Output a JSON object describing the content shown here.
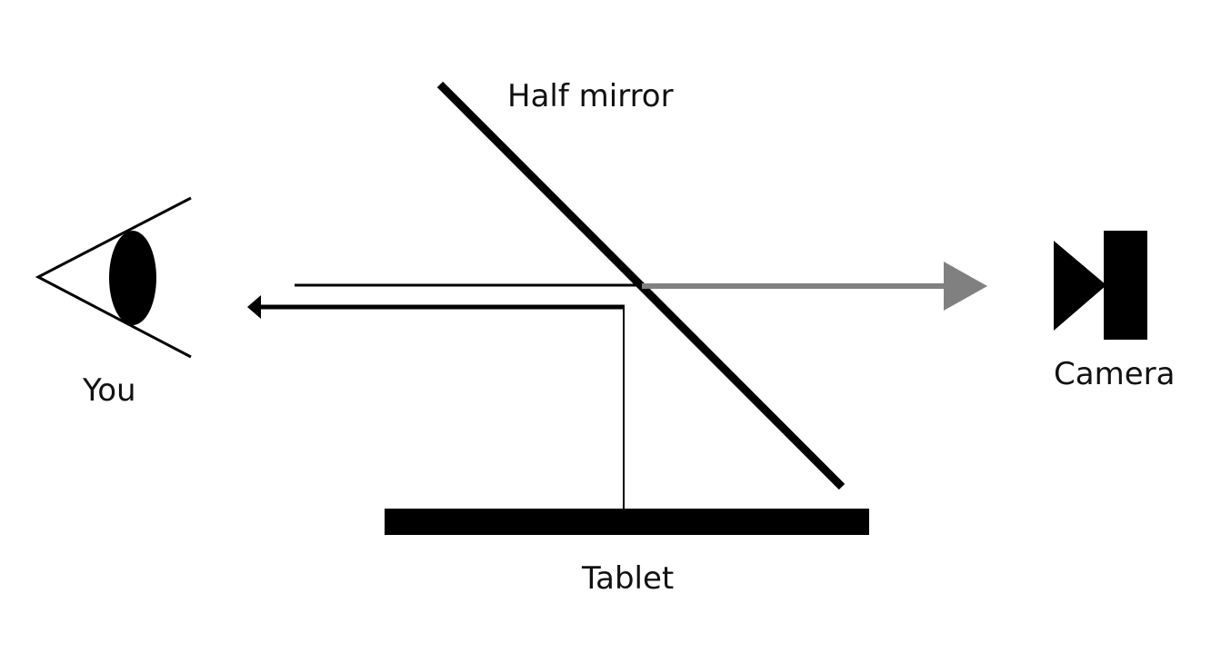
{
  "labels": {
    "half_mirror": "Half mirror",
    "you": "You",
    "camera": "Camera",
    "tablet": "Tablet"
  },
  "colors": {
    "foreground": "#000000",
    "camera_ray": "#808080",
    "background": "#ffffff"
  },
  "icons": {
    "viewer": "eye-icon",
    "camera": "camera-icon"
  }
}
